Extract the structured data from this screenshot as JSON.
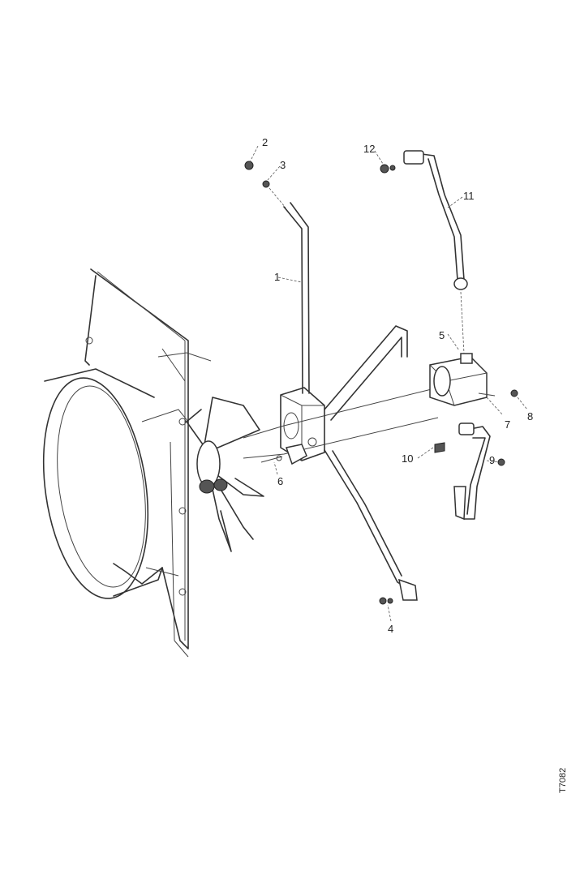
{
  "figure_code": "T7082",
  "callouts": [
    {
      "id": "callout-1",
      "label": "1"
    },
    {
      "id": "callout-2",
      "label": "2"
    },
    {
      "id": "callout-3",
      "label": "3"
    },
    {
      "id": "callout-4",
      "label": "4"
    },
    {
      "id": "callout-5",
      "label": "5"
    },
    {
      "id": "callout-6",
      "label": "6"
    },
    {
      "id": "callout-7",
      "label": "7"
    },
    {
      "id": "callout-8",
      "label": "8"
    },
    {
      "id": "callout-9",
      "label": "9"
    },
    {
      "id": "callout-10",
      "label": "10"
    },
    {
      "id": "callout-11",
      "label": "11"
    },
    {
      "id": "callout-12",
      "label": "12"
    }
  ]
}
